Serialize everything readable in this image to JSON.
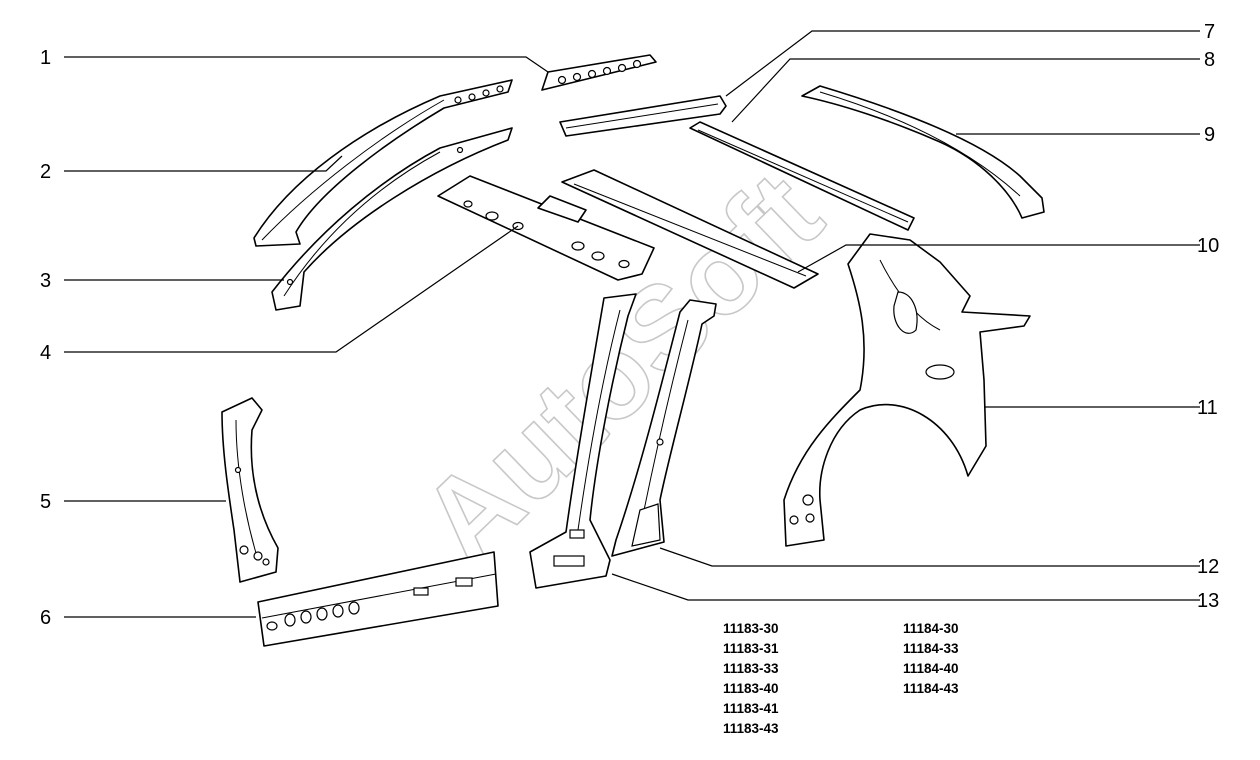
{
  "callouts": [
    "1",
    "2",
    "3",
    "4",
    "5",
    "6",
    "7",
    "8",
    "9",
    "10",
    "11",
    "12",
    "13"
  ],
  "model_codes": {
    "left": [
      "11183-30",
      "11183-31",
      "11183-33",
      "11183-40",
      "11183-41",
      "11183-43"
    ],
    "right": [
      "11184-30",
      "11184-33",
      "11184-40",
      "11184-43"
    ]
  },
  "watermark": "AutoSoft"
}
